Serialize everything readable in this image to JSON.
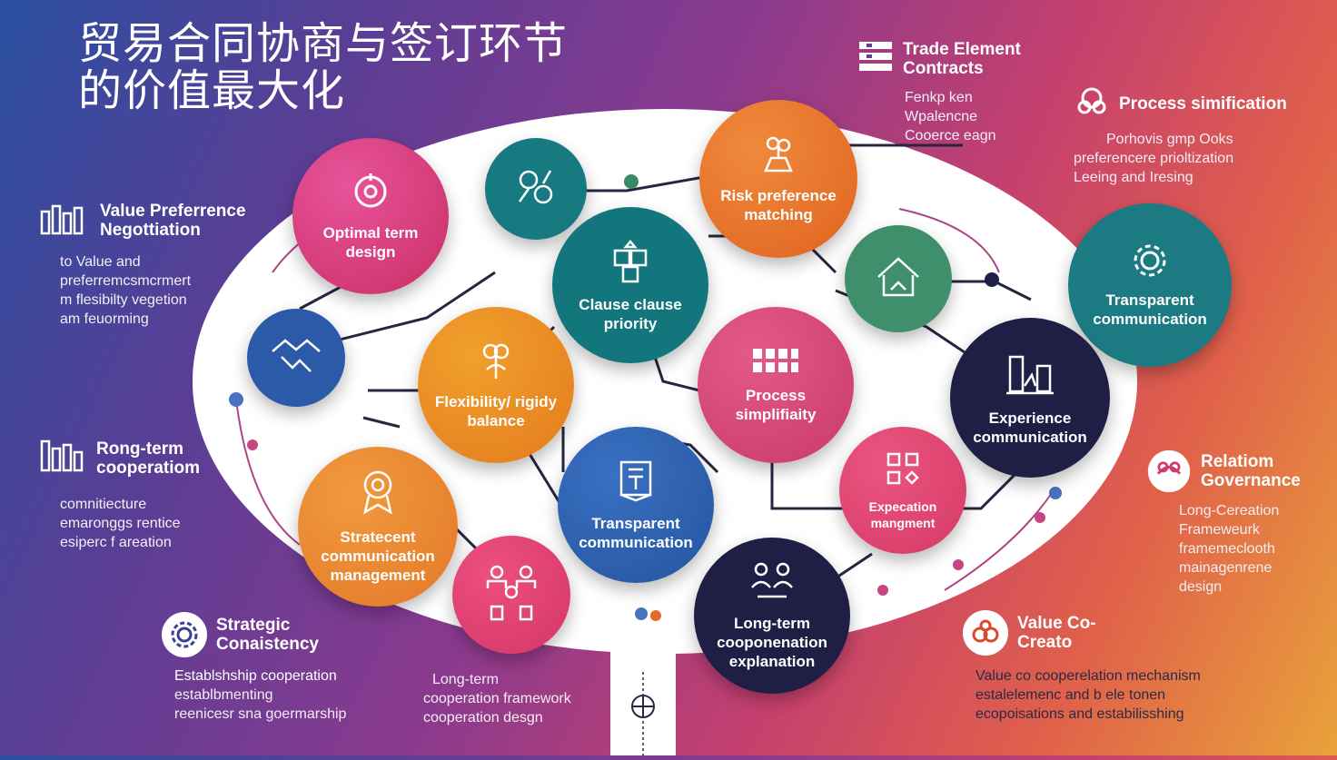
{
  "title": {
    "line1": "贸易合同协商与签订环节",
    "line2": "的价值最大化"
  },
  "nodes": {
    "optimal_term": "Optimal term design",
    "risk_matching": "Risk preference matching",
    "clause_priority": "Clause clause priority",
    "flexibility": "Flexibility/ rigidy balance",
    "process_center": "Process simplifiaity",
    "transparent_right": "Transparent communication",
    "experience": "Experience communication",
    "strategic_comm": "Stratecent communication management",
    "transparent_center": "Transparent communication",
    "expectation": "Expecation mangment",
    "long_term": "Long-term cooponenation explanation"
  },
  "side": {
    "trade": {
      "heading": "Trade Element Contracts",
      "lines": [
        "Fenkp ken",
        "Wpalencne",
        "Cooerce eagn"
      ]
    },
    "process": {
      "heading": "Process simification",
      "lines": [
        "Porhovis gmp Ooks",
        "preferencere prioltization",
        "Leeing and Iresing"
      ]
    },
    "value_pref": {
      "heading": "Value Preferrence Negottiation",
      "lines": [
        "to Value and",
        "preferremcsmcrmert",
        "m flesibilty vegetion",
        "am feuorming"
      ]
    },
    "rong_term": {
      "heading": "Rong-term cooperatiom",
      "lines": [
        "comnitiecture",
        "emaronggs rentice",
        "esiperc f areation"
      ]
    },
    "relation": {
      "heading": "Relatiom Governance",
      "lines": [
        "Long-Cereation",
        "Frameweurk",
        "framemeclooth",
        "mainagenrene",
        "design"
      ]
    },
    "strategic": {
      "heading": "Strategic Conaistency",
      "lines": [
        "Establshship cooperation",
        "establbmenting",
        "reenicesr sna goermarship"
      ]
    },
    "long_term_fw": {
      "heading": "",
      "lines": [
        "Long-term",
        "cooperation framework",
        "cooperation desgn"
      ]
    },
    "value_co": {
      "heading": "Value Co-Creato",
      "lines": [
        "Value co cooperelation mechanism",
        "estalelemenc and b ele tonen",
        "ecopoisations and estabilisshing"
      ]
    }
  },
  "colors": {
    "magenta": "#cf3a78",
    "teal": "#1a7f86",
    "orange": "#e36a2a",
    "amber": "#e88a2c",
    "green": "#3f8f6c",
    "navy": "#1f1f45",
    "blue": "#2d5aa8",
    "pink": "#dc4a70"
  },
  "icons": [
    "target-icon",
    "gears-icon",
    "handshake-icon",
    "puzzle-icon",
    "grid-icon",
    "plant-icon",
    "house-icon",
    "growth-icon",
    "badge-icon",
    "document-icon",
    "person-icon",
    "people-icon",
    "compass-icon",
    "gear-icon"
  ]
}
